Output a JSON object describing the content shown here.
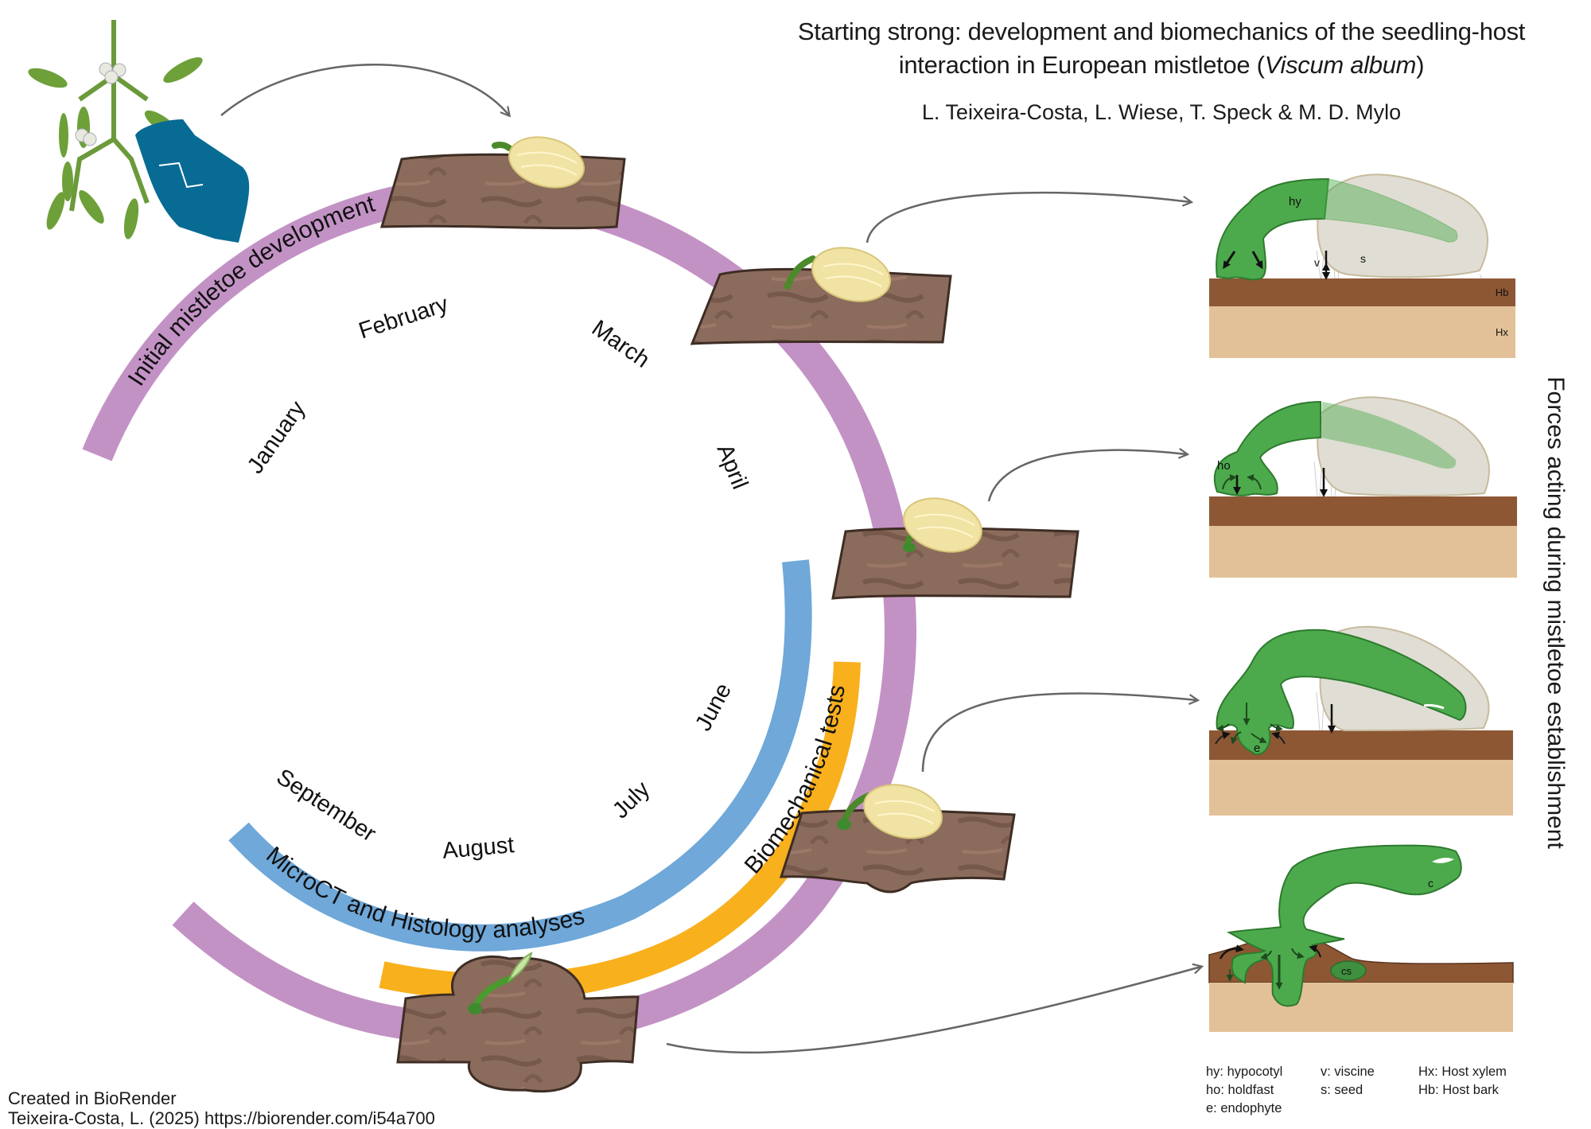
{
  "title": {
    "line1": "Starting strong: development and biomechanics of the seedling-host",
    "line2_prefix": "interaction in European mistletoe (",
    "line2_italic": "Viscum album",
    "line2_suffix": ")",
    "authors": "L. Teixeira-Costa, L. Wiese, T. Speck & M. D. Mylo"
  },
  "timeline": {
    "months": [
      "January",
      "February",
      "March",
      "April",
      "June",
      "July",
      "August",
      "September"
    ],
    "phases": [
      {
        "label": "Initial mistletoe development",
        "color": "#c392c5"
      },
      {
        "label": "MicroCT and Histology analyses",
        "color": "#6fa8d9"
      },
      {
        "label": "Biomechanical tests",
        "color": "#f8b01d"
      }
    ]
  },
  "side_label": "Forces acting during mistletoe establishment",
  "panels": [
    {
      "stage": 1,
      "labels": {
        "hy": "hy",
        "v": "v",
        "s": "s",
        "Hb": "Hb",
        "Hx": "Hx"
      }
    },
    {
      "stage": 2,
      "labels": {
        "ho": "ho"
      }
    },
    {
      "stage": 3,
      "labels": {
        "e": "e"
      }
    },
    {
      "stage": 4,
      "labels": {
        "c": "c",
        "cs": "cs"
      }
    }
  ],
  "legend": {
    "col1": [
      "hy: hypocotyl",
      "ho: holdfast",
      "e: endophyte"
    ],
    "col2": [
      "v: viscine",
      "s: seed"
    ],
    "col3": [
      "Hx: Host xylem",
      "Hb: Host bark"
    ]
  },
  "credit": {
    "line1": "Created in BioRender",
    "line2": "Teixeira-Costa, L. (2025) https://biorender.com/i54a700"
  },
  "colors": {
    "ring_purple": "#c392c5",
    "microct_blue": "#6fa8d9",
    "biomech_orange": "#f8b01d",
    "bark": "#8b6b5c",
    "bark_dark": "#6e5245",
    "seed": "#f1e3a3",
    "seedling_green": "#4caa4c",
    "host_bark": "#8d5734",
    "host_xylem": "#e3c198",
    "glove": "#086b94",
    "arrow": "#666666"
  }
}
